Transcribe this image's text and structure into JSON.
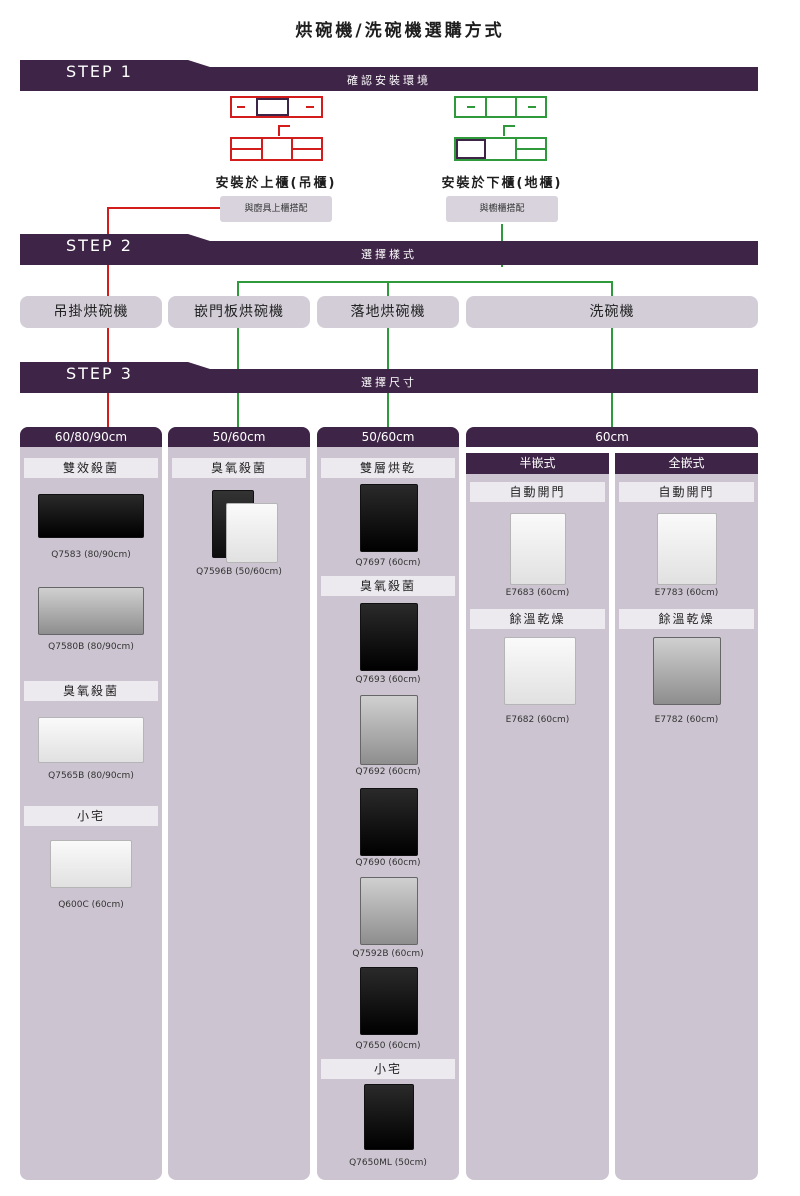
{
  "page_title": "烘碗機/洗碗機選購方式",
  "steps": [
    {
      "step": "STEP 1",
      "label": "確認安裝環境"
    },
    {
      "step": "STEP 2",
      "label": "選擇樣式"
    },
    {
      "step": "STEP 3",
      "label": "選擇尺寸"
    }
  ],
  "install": {
    "upper": {
      "label": "安裝於上櫃(吊櫃)",
      "note": "與廚具上櫃搭配"
    },
    "lower": {
      "label": "安裝於下櫃(地櫃)",
      "note": "與櫥櫃搭配"
    }
  },
  "styles": [
    "吊掛烘碗機",
    "嵌門板烘碗機",
    "落地烘碗機",
    "洗碗機"
  ],
  "columns": {
    "hanging": {
      "size": "60/80/90cm",
      "cat1": "雙效殺菌",
      "p1": "Q7583 (80/90cm)",
      "p2": "Q7580B (80/90cm)",
      "cat2": "臭氧殺菌",
      "p3": "Q7565B (80/90cm)",
      "cat3": "小宅",
      "p4": "Q600C (60cm)"
    },
    "panel": {
      "size": "50/60cm",
      "cat1": "臭氧殺菌",
      "p1": "Q7596B (50/60cm)"
    },
    "floor": {
      "size": "50/60cm",
      "cat1": "雙層烘乾",
      "p1": "Q7697 (60cm)",
      "cat2": "臭氧殺菌",
      "p2": "Q7693 (60cm)",
      "p3": "Q7692 (60cm)",
      "p4": "Q7690 (60cm)",
      "p5": "Q7592B (60cm)",
      "p6": "Q7650 (60cm)",
      "cat3": "小宅",
      "p7": "Q7650ML (50cm)"
    },
    "dishwasher": {
      "size": "60cm",
      "semi": {
        "label": "半嵌式",
        "cat1": "自動開門",
        "p1": "E7683 (60cm)",
        "cat2": "餘溫乾燥",
        "p2": "E7682 (60cm)"
      },
      "full": {
        "label": "全嵌式",
        "cat1": "自動開門",
        "p1": "E7783 (60cm)",
        "cat2": "餘溫乾燥",
        "p2": "E7782 (60cm)"
      }
    }
  },
  "colors": {
    "bar": "#3e2447",
    "upper_line": "#d31d1d",
    "lower_line": "#2e9a3b",
    "panel": "#ccc5d1"
  }
}
